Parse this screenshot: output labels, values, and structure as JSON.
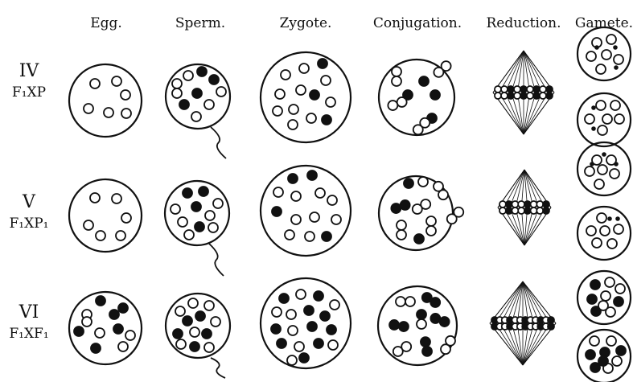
{
  "columns": {
    "egg": "Egg.",
    "sperm": "Sperm.",
    "zygote": "Zygote.",
    "conjugation": "Conjugation.",
    "reduction": "Reduction.",
    "gamete": "Gamete."
  },
  "rows": [
    {
      "numeral": "IV",
      "cross": "F₁XP"
    },
    {
      "numeral": "V",
      "cross": "F₁XP₁"
    },
    {
      "numeral": "VI",
      "cross": "F₁XF₁"
    }
  ]
}
